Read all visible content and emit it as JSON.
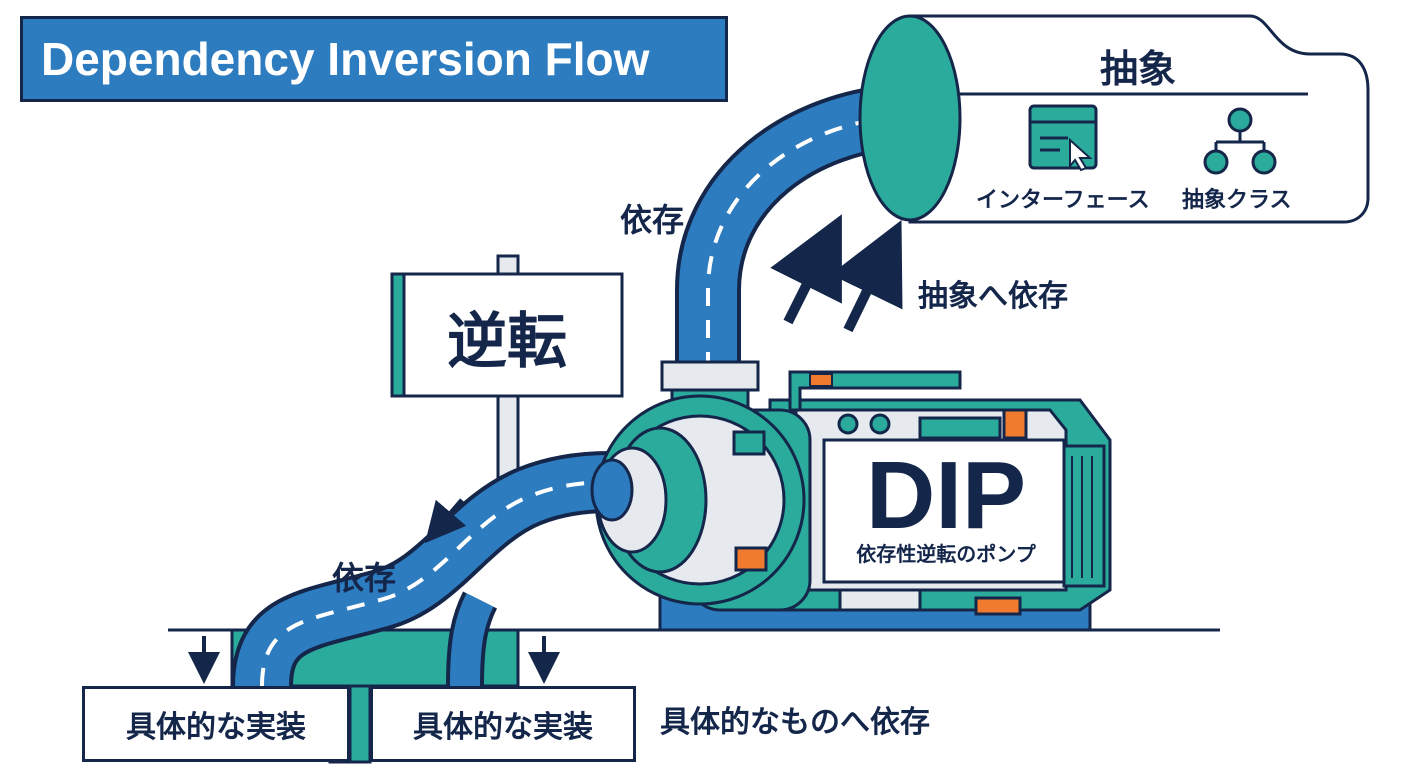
{
  "title": "Dependency Inversion Flow",
  "sign": "逆転",
  "pump": {
    "name": "DIP",
    "subtitle": "依存性逆転のポンプ"
  },
  "abstraction": {
    "title": "抽象",
    "items": [
      {
        "label": "インターフェース",
        "icon": "window-cursor-icon"
      },
      {
        "label": "抽象クラス",
        "icon": "hierarchy-icon"
      }
    ]
  },
  "labels": {
    "dep_upper": "依存",
    "dep_lower": "依存",
    "dep_to_abstract": "抽象へ依存",
    "dep_to_concrete": "具体的なものへ依存"
  },
  "implementations": [
    "具体的な実装",
    "具体的な実装"
  ],
  "colors": {
    "navy": "#14264a",
    "blue": "#2e7cc0",
    "teal": "#2bab9c",
    "orange": "#f07a2e"
  }
}
